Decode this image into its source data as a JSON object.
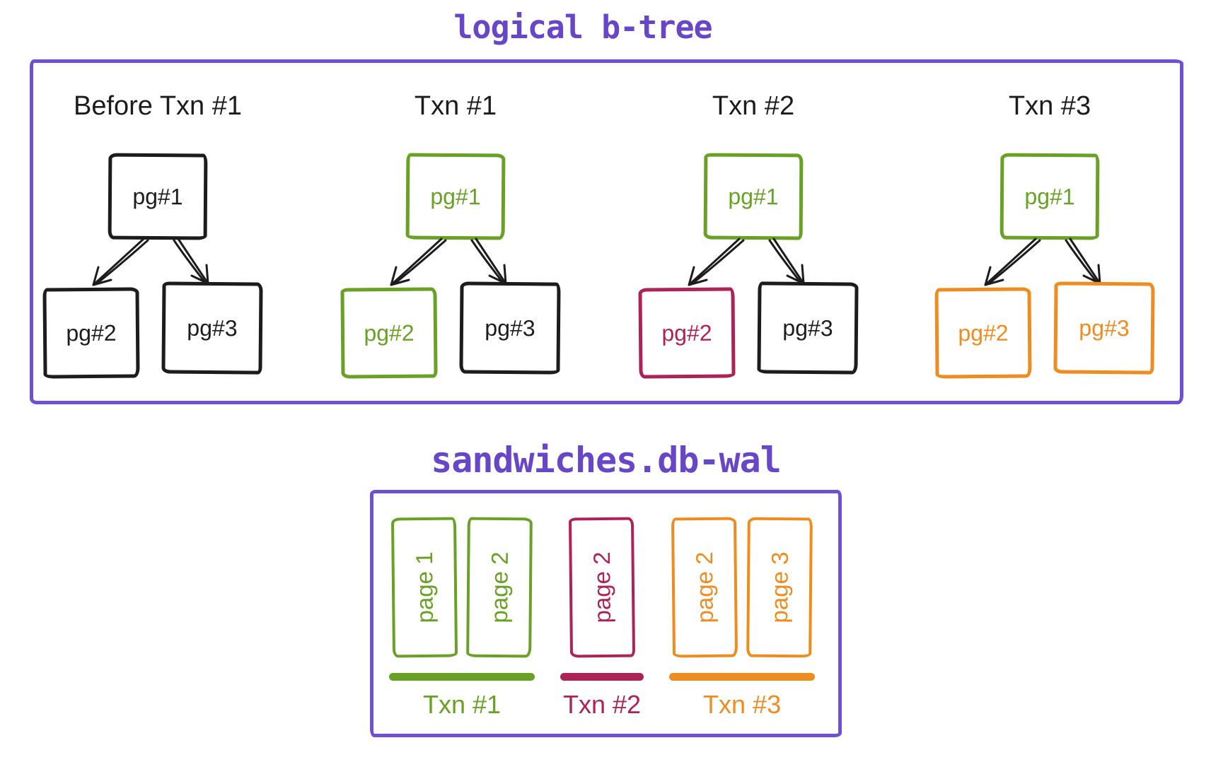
{
  "palette": {
    "purple_title": "#6846c8",
    "purple_frame": "#6f4fd2",
    "black": "#1c1c1c",
    "green": "#68a124",
    "maroon": "#ad2358",
    "orange": "#ee8c1f"
  },
  "btree_section": {
    "title": "logical b-tree",
    "trees": [
      {
        "heading": "Before Txn #1",
        "root": {
          "label": "pg#1",
          "color": "#1c1c1c"
        },
        "children": [
          {
            "label": "pg#2",
            "color": "#1c1c1c"
          },
          {
            "label": "pg#3",
            "color": "#1c1c1c"
          }
        ]
      },
      {
        "heading": "Txn #1",
        "root": {
          "label": "pg#1",
          "color": "#68a124"
        },
        "children": [
          {
            "label": "pg#2",
            "color": "#68a124"
          },
          {
            "label": "pg#3",
            "color": "#1c1c1c"
          }
        ]
      },
      {
        "heading": "Txn #2",
        "root": {
          "label": "pg#1",
          "color": "#68a124"
        },
        "children": [
          {
            "label": "pg#2",
            "color": "#ad2358"
          },
          {
            "label": "pg#3",
            "color": "#1c1c1c"
          }
        ]
      },
      {
        "heading": "Txn #3",
        "root": {
          "label": "pg#1",
          "color": "#68a124"
        },
        "children": [
          {
            "label": "pg#2",
            "color": "#ee8c1f"
          },
          {
            "label": "pg#3",
            "color": "#ee8c1f"
          }
        ]
      }
    ]
  },
  "wal_section": {
    "title": "sandwiches.db-wal",
    "groups": [
      {
        "label": "Txn #1",
        "color": "#68a124",
        "pages": [
          "page 1",
          "page 2"
        ]
      },
      {
        "label": "Txn #2",
        "color": "#ad2358",
        "pages": [
          "page 2"
        ]
      },
      {
        "label": "Txn #3",
        "color": "#ee8c1f",
        "pages": [
          "page 2",
          "page 3"
        ]
      }
    ]
  }
}
